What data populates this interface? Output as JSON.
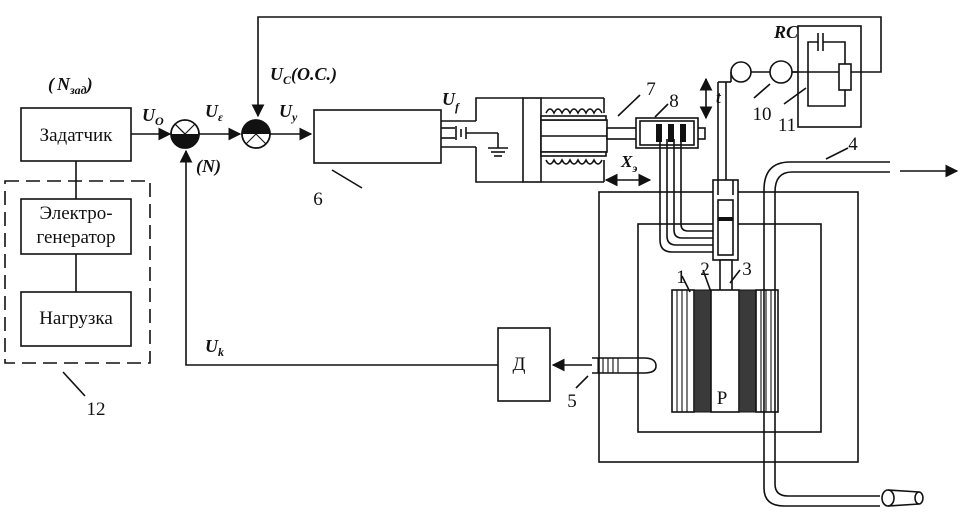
{
  "blocks": {
    "setpoint": "Задатчик",
    "generator": "Электро-генератор",
    "generator_line1": "Электро-",
    "generator_line2": "генератор",
    "load": "Нагрузка",
    "sensor": "Д",
    "reactor_core": "Р"
  },
  "signals": {
    "n_set_open": "(",
    "n_set": "N",
    "n_set_sub": "зад",
    "n_set_close": ")",
    "u_o": "U",
    "u_o_sub": "O",
    "u_eps": "U",
    "u_eps_sub": "ε",
    "u_y": "U",
    "u_y_sub": "y",
    "u_c": "U",
    "u_c_sub": "C",
    "u_c_os": "(O.C.)",
    "u_f": "U",
    "u_f_sub": "f",
    "n_fb": "(N)",
    "u_k": "U",
    "u_k_sub": "k",
    "x_e": "X",
    "x_e_sub": "э",
    "t": "t",
    "rc": "RC"
  },
  "numbers": [
    "1",
    "2",
    "3",
    "4",
    "5",
    "6",
    "7",
    "8",
    "10",
    "11",
    "12"
  ]
}
